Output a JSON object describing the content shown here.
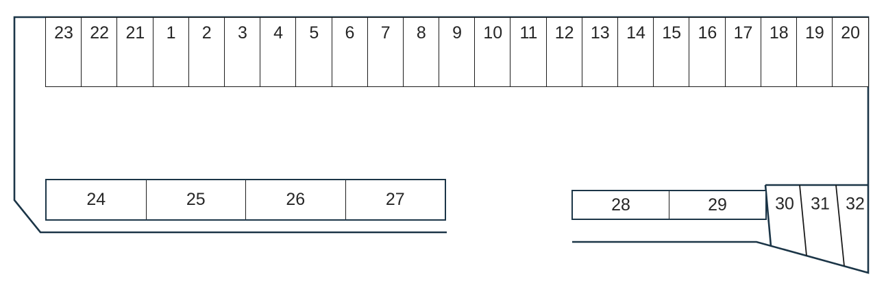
{
  "diagram": {
    "kind": "parking-space-layout",
    "rows": {
      "top": [
        "23",
        "22",
        "21",
        "1",
        "2",
        "3",
        "4",
        "5",
        "6",
        "7",
        "8",
        "9",
        "10",
        "11",
        "12",
        "13",
        "14",
        "15",
        "16",
        "17",
        "18",
        "19",
        "20"
      ],
      "bottom_left": [
        "24",
        "25",
        "26",
        "27"
      ],
      "bottom_right": [
        "28",
        "29"
      ],
      "angled": [
        "30",
        "31",
        "32"
      ]
    },
    "colors": {
      "boundary": "#1b3547",
      "space_border": "#1a1a1a",
      "text": "#262626",
      "background": "#ffffff"
    }
  }
}
